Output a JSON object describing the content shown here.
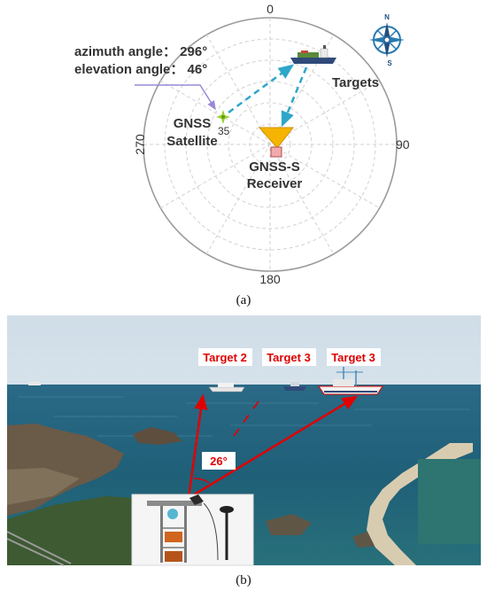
{
  "panel_a": {
    "caption": "(a)",
    "polar_labels": {
      "top": "0",
      "right": "90",
      "bottom": "180",
      "left": "270"
    },
    "annotation": {
      "azimuth": "azimuth angle： 296°",
      "elevation": "elevation angle： 46°"
    },
    "satellite": {
      "label_line1": "GNSS",
      "label_line2": "Satellite",
      "prn": "35"
    },
    "targets_label": "Targets",
    "receiver": {
      "label_line1": "GNSS-S",
      "label_line2": "Receiver"
    },
    "compass": {
      "north": "N",
      "south": "S"
    }
  },
  "panel_b": {
    "caption": "(b)",
    "target_labels": [
      "Target 2",
      "Target 3",
      "Target 3"
    ],
    "angle_label": "26°"
  },
  "colors": {
    "red": "#e00000",
    "dashed_arrow": "#2ea6c8",
    "receiver_yellow": "#f5b400",
    "satellite_green": "#9ad030"
  }
}
